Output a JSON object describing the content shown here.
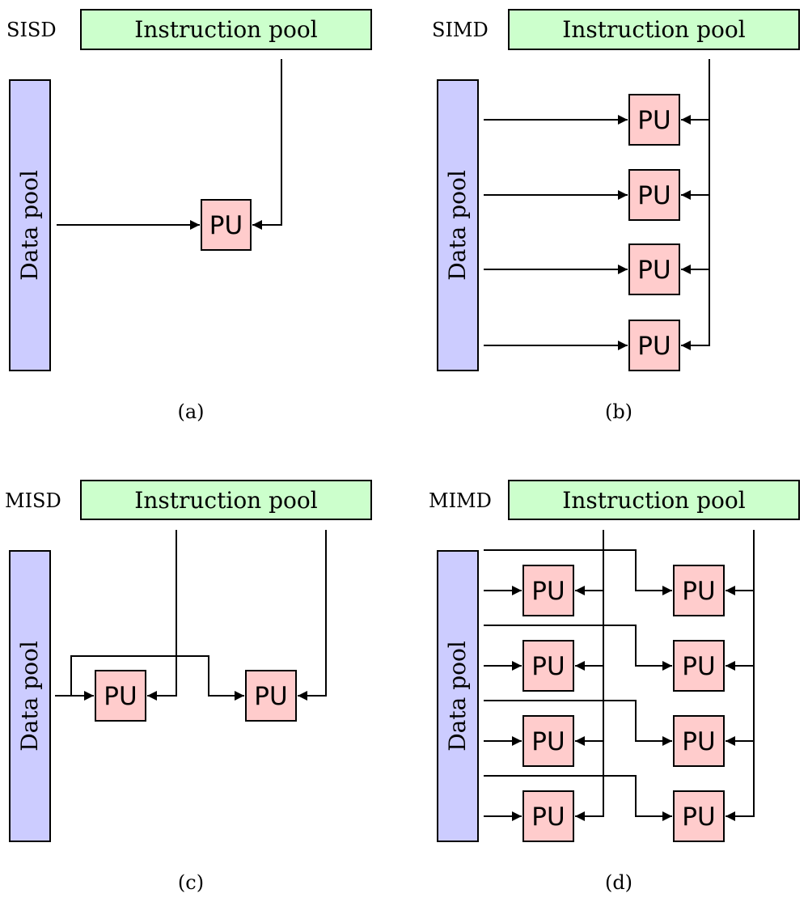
{
  "labels": {
    "instruction_pool": "Instruction pool",
    "data_pool": "Data pool",
    "processing_unit": "PU"
  },
  "panels": [
    {
      "key": "a",
      "title": "SISD",
      "caption": "(a)"
    },
    {
      "key": "b",
      "title": "SIMD",
      "caption": "(b)"
    },
    {
      "key": "c",
      "title": "MISD",
      "caption": "(c)"
    },
    {
      "key": "d",
      "title": "MIMD",
      "caption": "(d)"
    }
  ],
  "colors": {
    "instruction_pool_fill": "#ccffcc",
    "data_pool_fill": "#ccccff",
    "pu_fill": "#ffcccc",
    "line": "#000000"
  }
}
